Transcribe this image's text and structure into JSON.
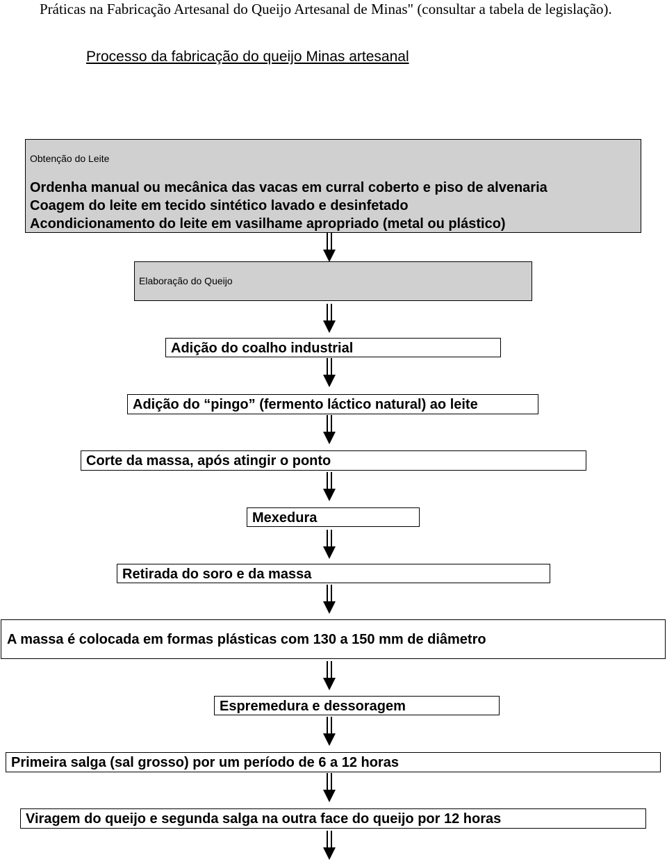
{
  "intro_text": "Práticas na Fabricação Artesanal do Queijo Artesanal de Minas\" (consultar a tabela de legislação).",
  "title": "Processo da fabricação do queijo Minas artesanal",
  "obtencao": {
    "label": "Obtenção do Leite",
    "lines": [
      "Ordenha manual ou mecânica das vacas em curral coberto e piso de alvenaria",
      "Coagem do leite em tecido sintético lavado e desinfetado",
      "Acondicionamento do leite em vasilhame apropriado (metal ou plástico)"
    ]
  },
  "elaboracao": {
    "label": "Elaboração do Queijo"
  },
  "steps": [
    "Adição do coalho industrial",
    "Adição do “pingo” (fermento láctico natural) ao leite",
    "Corte da massa, após atingir o ponto",
    "Mexedura",
    "Retirada do soro e da massa",
    "A massa é colocada em formas plásticas com 130 a 150 mm de diâmetro",
    "Espremedura e dessoragem",
    "Primeira salga (sal grosso) por um período de 6 a 12 horas",
    "Viragem do queijo e segunda salga na outra face do queijo por 12 horas"
  ]
}
